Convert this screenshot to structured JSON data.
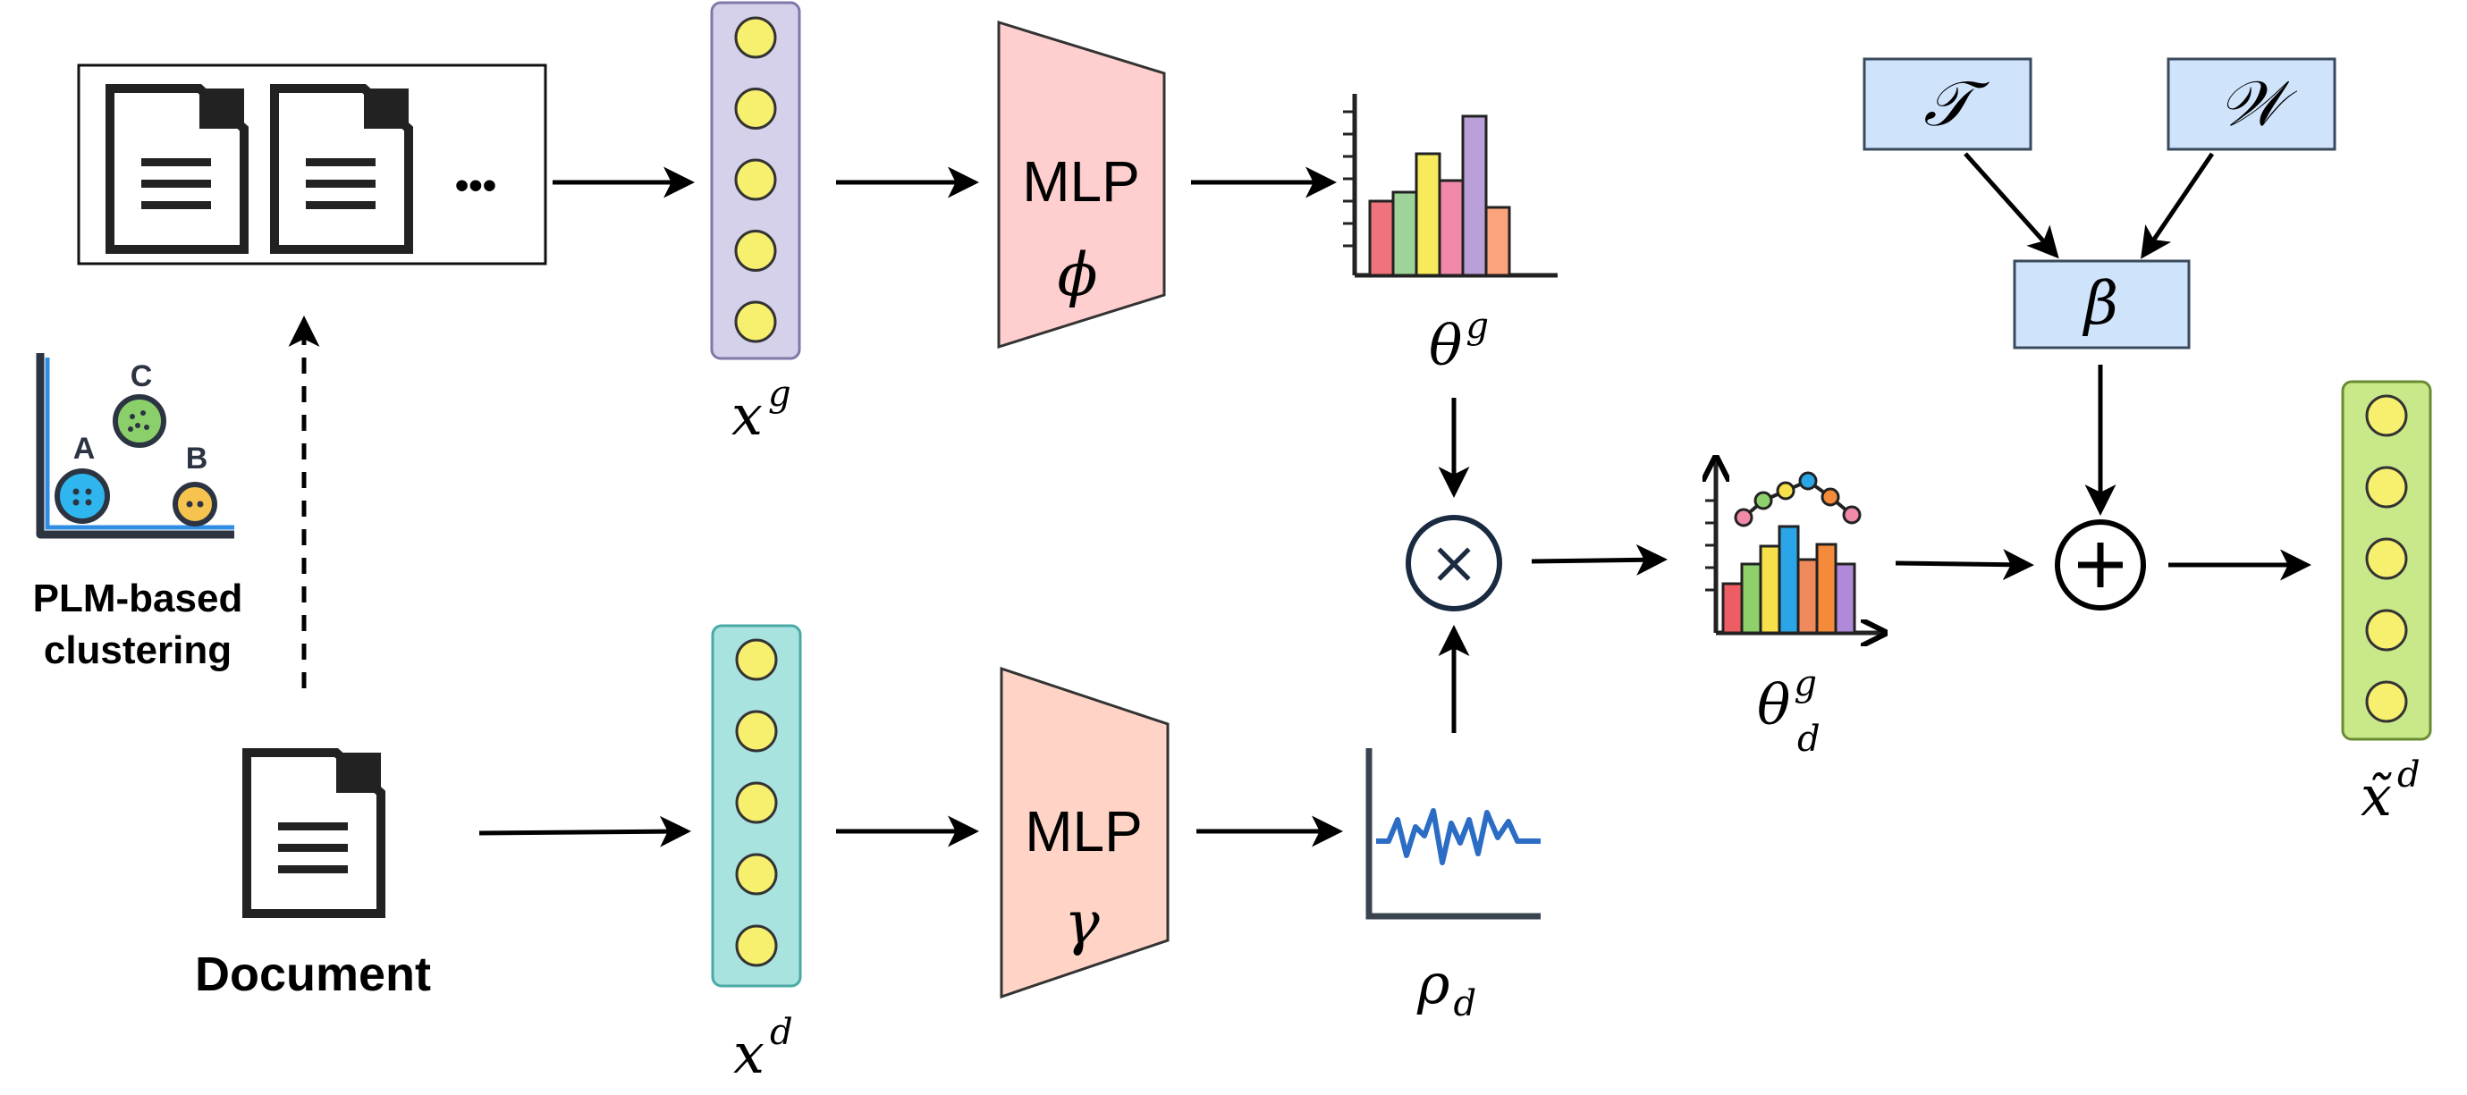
{
  "labels": {
    "xg": "x",
    "xg_sup": "g",
    "xd": "x",
    "xd_sup": "d",
    "theta_g": "θ",
    "theta_g_sup": "g",
    "theta_dg": "θ",
    "theta_dg_sup": "g",
    "theta_dg_sub": "d",
    "rho": "ρ",
    "rho_sub": "d",
    "xtilde": "x̃",
    "xtilde_sup": "d",
    "mlp_top": "MLP",
    "mlp_top_sym": "ϕ",
    "mlp_bottom": "MLP",
    "mlp_bottom_sym": "γ",
    "T": "𝒯",
    "W": "𝒲",
    "beta": "β",
    "plm_line1": "PLM-based",
    "plm_line2": "clustering",
    "document": "Document",
    "ellipsis": "•••",
    "cluster_a": "A",
    "cluster_b": "B",
    "cluster_c": "C",
    "times": "×",
    "plus": "+"
  },
  "colors": {
    "xg_vector_fill": "#d6d1ea",
    "xg_vector_stroke": "#7f78a8",
    "xd_vector_fill": "#a9e3e0",
    "xd_vector_stroke": "#4aa9a5",
    "xtilde_vector_fill": "#c9e88a",
    "xtilde_vector_stroke": "#6a8b32",
    "node_fill": "#f7f06e",
    "mlp_top_fill": "#ffcece",
    "mlp_bottom_fill": "#ffd4c6",
    "beta_box_fill": "#cfe3fb",
    "beta_box_stroke": "#3a4a5e"
  },
  "icons": {
    "documents": "document-icon",
    "histogram": "bar-chart-icon",
    "signal": "signal-icon",
    "cluster": "scatter-cluster-icon",
    "multiply": "multiply-circle-icon",
    "add": "add-circle-icon"
  }
}
